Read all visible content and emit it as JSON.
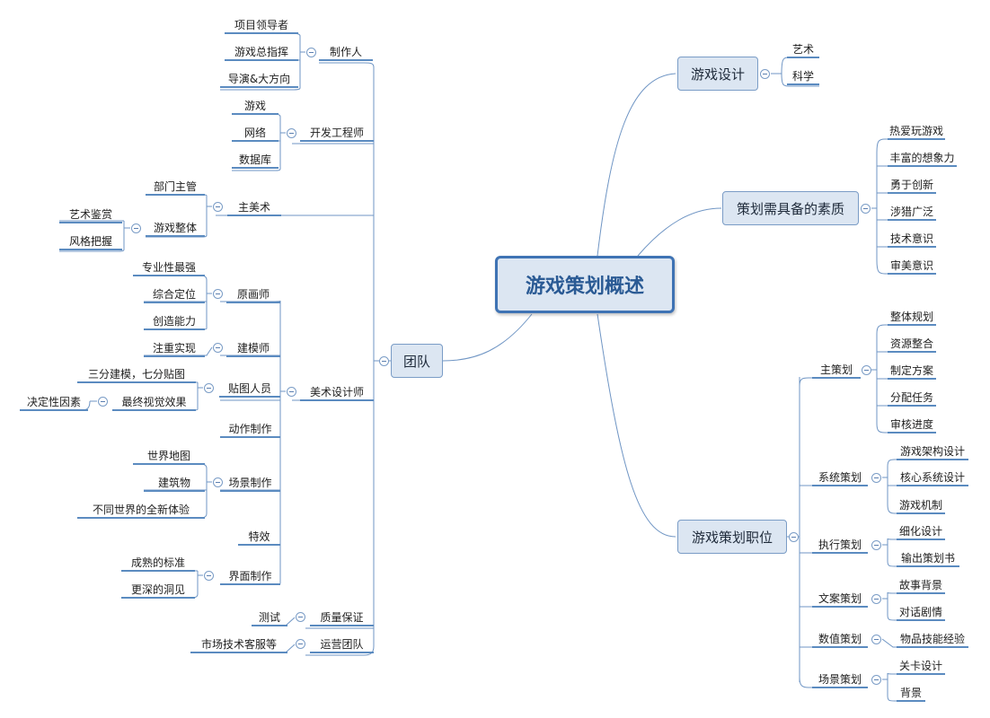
{
  "central": "游戏策划概述",
  "right": {
    "design": {
      "label": "游戏设计",
      "children": [
        "艺术",
        "科学"
      ]
    },
    "qualities": {
      "label": "策划需具备的素质",
      "children": [
        "热爱玩游戏",
        "丰富的想象力",
        "勇于创新",
        "涉猎广泛",
        "技术意识",
        "审美意识"
      ]
    },
    "roles": {
      "label": "游戏策划职位",
      "main": {
        "label": "主策划",
        "children": [
          "整体规划",
          "资源整合",
          "制定方案",
          "分配任务",
          "审核进度"
        ]
      },
      "system": {
        "label": "系统策划",
        "children": [
          "游戏架构设计",
          "核心系统设计",
          "游戏机制"
        ]
      },
      "exec": {
        "label": "执行策划",
        "children": [
          "细化设计",
          "输出策划书"
        ]
      },
      "copy": {
        "label": "文案策划",
        "children": [
          "故事背景",
          "对话剧情"
        ]
      },
      "numeric": {
        "label": "数值策划",
        "children": [
          "物品技能经验"
        ]
      },
      "scene": {
        "label": "场景策划",
        "children": [
          "关卡设计",
          "背景"
        ]
      }
    }
  },
  "left": {
    "team": "团队",
    "producer": {
      "label": "制作人",
      "children": [
        "项目领导者",
        "游戏总指挥",
        "导演&大方向"
      ]
    },
    "engineer": {
      "label": "开发工程师",
      "children": [
        "游戏",
        "网络",
        "数据库"
      ]
    },
    "lead_art": {
      "label": "主美术",
      "children": [
        "部门主管",
        "游戏整体"
      ],
      "whole_children": [
        "艺术鉴赏",
        "风格把握"
      ]
    },
    "artist": {
      "label": "美术设计师",
      "concept": {
        "label": "原画师",
        "children": [
          "专业性最强",
          "综合定位",
          "创造能力"
        ]
      },
      "modeler": {
        "label": "建模师",
        "children": [
          "注重实现"
        ]
      },
      "texture": {
        "label": "贴图人员",
        "children": [
          "三分建模，七分贴图",
          "最终视觉效果"
        ],
        "final_children": [
          "决定性因素"
        ]
      },
      "animation": "动作制作",
      "scene": {
        "label": "场景制作",
        "children": [
          "世界地图",
          "建筑物",
          "不同世界的全新体验"
        ]
      },
      "effects": "特效",
      "ui": {
        "label": "界面制作",
        "children": [
          "成熟的标准",
          "更深的洞见"
        ]
      }
    },
    "qa": {
      "label": "质量保证",
      "children": [
        "测试"
      ]
    },
    "ops": {
      "label": "运营团队",
      "children": [
        "市场技术客服等"
      ]
    }
  }
}
